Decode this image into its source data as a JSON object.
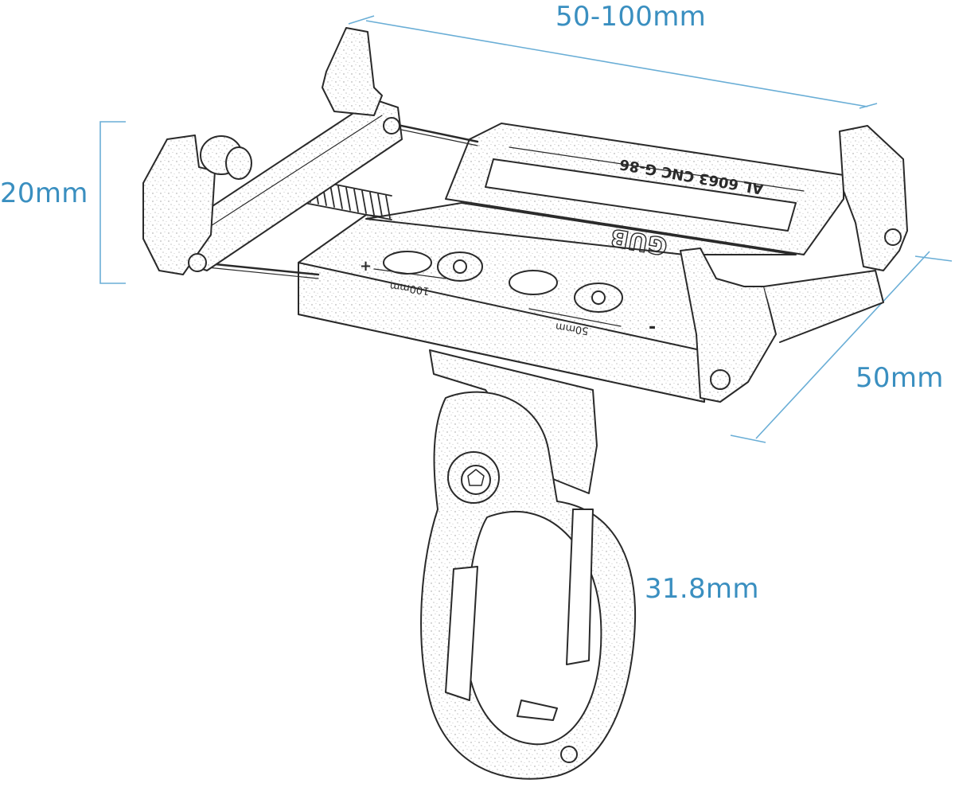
{
  "dimensions": {
    "width_range": "50-100mm",
    "height": "20mm",
    "depth": "50mm",
    "clamp_diameter": "31.8mm"
  },
  "engravings": {
    "material": "AL 6063 CNC G-86",
    "brand": "GUB",
    "scale_max": "100mm",
    "scale_min": "50mm",
    "plus_sign": "+",
    "minus_sign": "-"
  },
  "colors": {
    "dimension_lines": "#6aaed6",
    "dimension_text": "#3a8fc0",
    "sketch_stroke": "#2a2a2a",
    "background": "#ffffff"
  }
}
